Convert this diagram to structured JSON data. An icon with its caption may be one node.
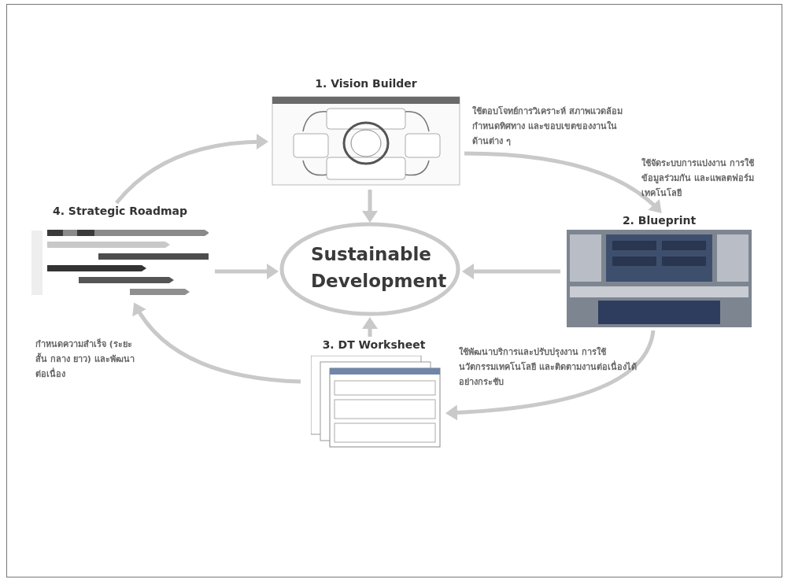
{
  "diagram": {
    "nodes": [
      {
        "text": [
          "Sustainable Development"
        ]
      },
      {
        "text": [
          "1. Vision Builder"
        ],
        "beside": [
          "ใช้ตอบโจทย์การวิเคราะห์ สภาพแวดล้อม กำหนดทิศทาง และขอบเขตของงานในด้านต่าง ๆ"
        ]
      },
      {
        "text": [
          "2. Blueprint"
        ]
      },
      {
        "text": [
          "3. DT Worksheet"
        ],
        "beside": [
          "ใช้พัฒนาบริการและปรับปรุงงาน การใช้นวัตกรรมเทคโนโลยี และติดตามงานต่อเนื่องได้อย่างกระชับ"
        ]
      },
      {
        "text": [
          "4. Strategic Roadmap"
        ]
      }
    ],
    "labels": [
      "ใช้จัดระบบการแบ่งงาน การใช้ข้อมูลร่วมกัน และแพลตฟอร์มเทคโนโลยี",
      "กำหนดความสำเร็จ (ระยะสั้น กลาง ยาว) และพัฒนาต่อเนื่อง"
    ],
    "edges": [
      {
        "from": 1,
        "to": 2,
        "arrow": "to"
      },
      {
        "from": 2,
        "to": 3,
        "arrow": "to"
      },
      {
        "from": 3,
        "to": 4,
        "arrow": "to"
      },
      {
        "from": 4,
        "to": 1,
        "arrow": "to"
      },
      {
        "from": 1,
        "to": 0,
        "arrow": "to"
      },
      {
        "from": 2,
        "to": 0,
        "arrow": "to"
      },
      {
        "from": 3,
        "to": 0,
        "arrow": "to"
      },
      {
        "from": 4,
        "to": 0,
        "arrow": "to"
      }
    ]
  }
}
